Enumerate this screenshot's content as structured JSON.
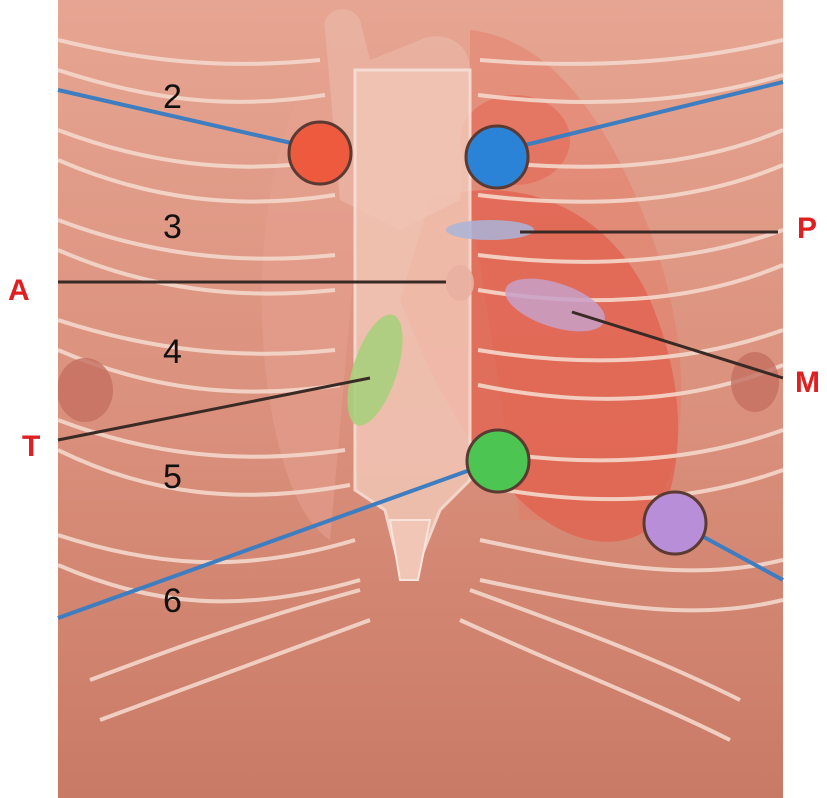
{
  "diagram": {
    "rib_numbers": [
      {
        "id": "rib-2",
        "label": "2"
      },
      {
        "id": "rib-3",
        "label": "3"
      },
      {
        "id": "rib-4",
        "label": "4"
      },
      {
        "id": "rib-5",
        "label": "5"
      },
      {
        "id": "rib-6",
        "label": "6"
      }
    ],
    "valve_labels": [
      {
        "id": "aortic",
        "label": "A"
      },
      {
        "id": "pulmonary",
        "label": "P"
      },
      {
        "id": "mitral",
        "label": "M"
      },
      {
        "id": "tricuspid",
        "label": "T"
      }
    ],
    "auscultation_points": [
      {
        "id": "aortic-area",
        "color": "#ee5a3e"
      },
      {
        "id": "pulmonic-area",
        "color": "#2a83d6"
      },
      {
        "id": "erbs-point",
        "color": "#4cc552"
      },
      {
        "id": "mitral-area",
        "color": "#b98ed8"
      }
    ],
    "colors": {
      "label_red": "#e02020",
      "pointer_blue": "#3e7ec0",
      "pointer_dark": "#3a2a26",
      "skin": "#d9937f",
      "rib": "#f4d8cc",
      "heart": "#e2634f",
      "tricuspid_green": "#a9cf7c",
      "mitral_purple": "#c8a0c8",
      "pulmonary_blue": "#a8b4d8"
    }
  }
}
